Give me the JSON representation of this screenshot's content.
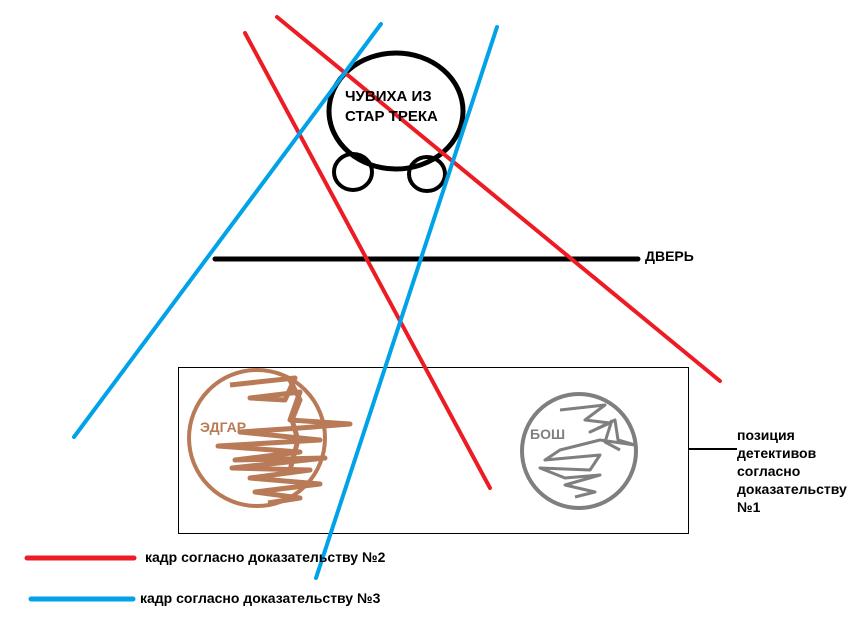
{
  "figure": {
    "character": {
      "label_line1": "ЧУВИХА ИЗ",
      "label_line2": "СТАР ТРЕКА"
    },
    "door": {
      "label": "ДВЕРЬ"
    },
    "detectives": [
      {
        "name": "ЭДГАР",
        "color": "#b97a57"
      },
      {
        "name": "БОШ",
        "color": "#7f7f7f"
      }
    ],
    "position_note": {
      "lines": [
        "позиция",
        "детективов",
        "согласно",
        "доказательству",
        "№1"
      ]
    },
    "legend": [
      {
        "label": "кадр согласно доказательству №2",
        "color": "#ed1c24"
      },
      {
        "label": "кадр согласно доказательству №3",
        "color": "#00a2e8"
      }
    ]
  }
}
